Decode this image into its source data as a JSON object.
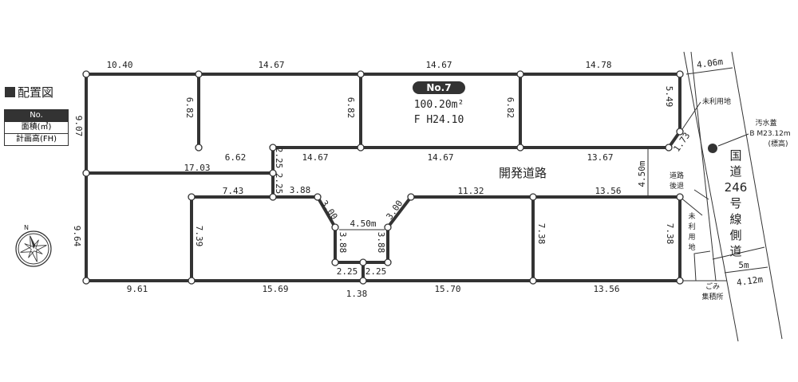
{
  "legend": {
    "title": "配置図",
    "header": "No.",
    "area": "面積(㎡)",
    "height": "計画高(FH)"
  },
  "lot": {
    "number": "No.7",
    "area": "100.20m²",
    "fh": "F H24.10",
    "badge_color": "#333333"
  },
  "dims": [
    "10.40",
    "14.67",
    "14.67",
    "14.78",
    "9.07",
    "6.82",
    "6.82",
    "6.82",
    "5.49",
    "1.73",
    "6.62",
    "14.67",
    "14.67",
    "13.67",
    "17.03",
    "2.25",
    "2.25",
    "7.43",
    "3.88",
    "3.00",
    "3.00",
    "11.32",
    "13.56",
    "4.50m",
    "4.50m",
    "3.88",
    "3.88",
    "9.64",
    "7.39",
    "7.38",
    "7.38",
    "2.25",
    "2.25",
    "9.61",
    "15.69",
    "1.38",
    "15.70",
    "13.56"
  ],
  "annotations": {
    "dev_road": "開発道路",
    "unused_top": "未利用地",
    "manhole": "汚水蓋",
    "bm": "B M23.12m",
    "elevation": "(標高)",
    "setback1": "道路",
    "setback2": "後退",
    "unused_bottom": [
      "未",
      "利",
      "用",
      "地"
    ],
    "national_road": [
      "国",
      "道",
      "246",
      "号",
      "線",
      "側",
      "道"
    ],
    "width_top": "4.06m",
    "width_mid": "5m",
    "width_bottom": "4.12m",
    "garbage1": "ごみ",
    "garbage2": "集積所"
  },
  "compass": {
    "label": "N"
  }
}
